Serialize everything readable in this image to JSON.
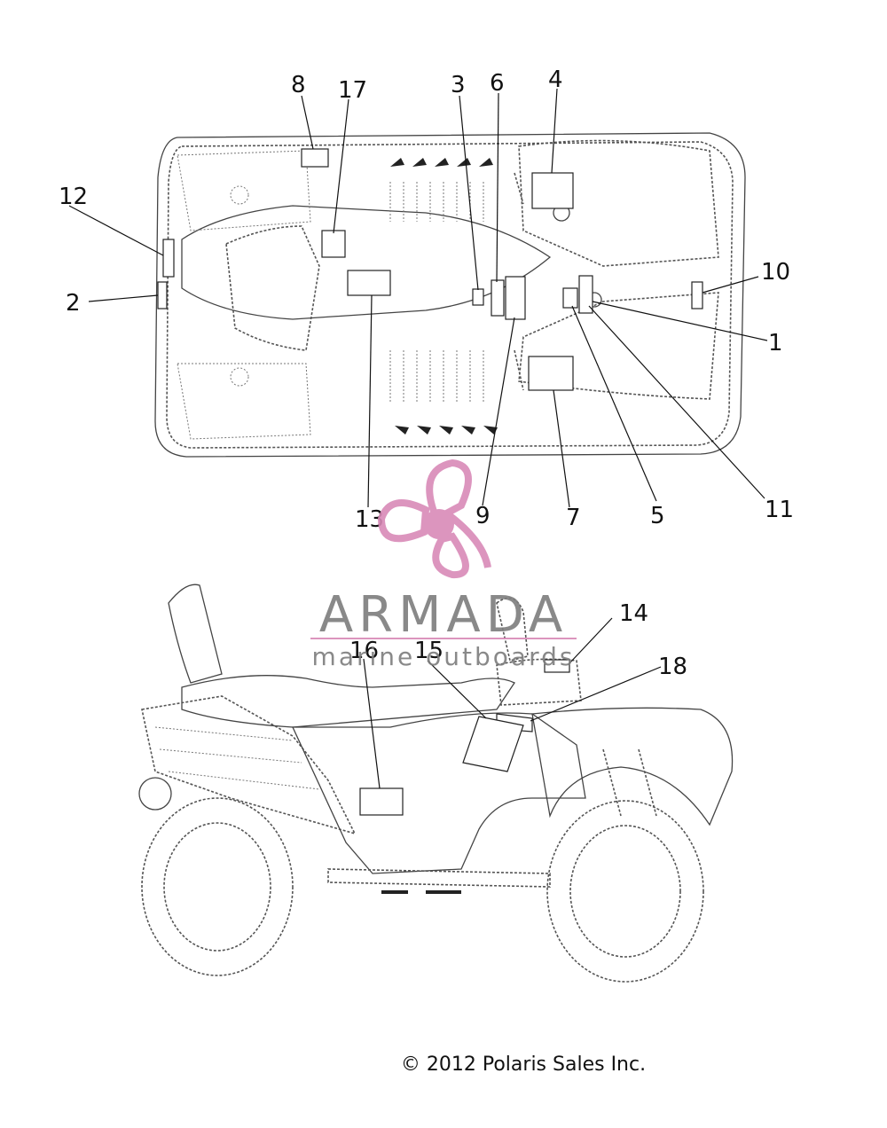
{
  "callouts": [
    {
      "id": "1",
      "label": "1"
    },
    {
      "id": "2",
      "label": "2"
    },
    {
      "id": "3",
      "label": "3"
    },
    {
      "id": "4",
      "label": "4"
    },
    {
      "id": "5",
      "label": "5"
    },
    {
      "id": "6",
      "label": "6"
    },
    {
      "id": "7",
      "label": "7"
    },
    {
      "id": "8",
      "label": "8"
    },
    {
      "id": "9",
      "label": "9"
    },
    {
      "id": "10",
      "label": "10"
    },
    {
      "id": "11",
      "label": "11"
    },
    {
      "id": "12",
      "label": "12"
    },
    {
      "id": "13",
      "label": "13"
    },
    {
      "id": "14",
      "label": "14"
    },
    {
      "id": "15",
      "label": "15"
    },
    {
      "id": "16",
      "label": "16"
    },
    {
      "id": "17",
      "label": "17"
    },
    {
      "id": "18",
      "label": "18"
    }
  ],
  "watermark": {
    "brand": "ARMADA",
    "tagline": "marine outboards",
    "color_pink": "#d98ab8",
    "color_grey": "#7d7d7d"
  },
  "footer": {
    "copyright": "© 2012 Polaris Sales Inc."
  }
}
